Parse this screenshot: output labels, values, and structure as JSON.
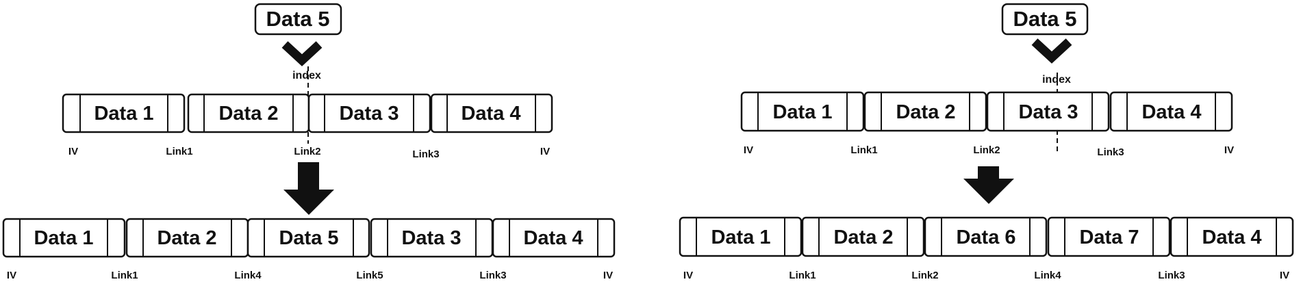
{
  "left_panel": {
    "insert_label": "Data 5",
    "index_label": "index",
    "before": {
      "blocks": [
        "Data 1",
        "Data 2",
        "Data 3",
        "Data 4"
      ],
      "labels": [
        "IV",
        "Link1",
        "Link2",
        "Link3",
        "IV"
      ]
    },
    "after": {
      "blocks": [
        "Data 1",
        "Data 2",
        "Data 5",
        "Data 3",
        "Data 4"
      ],
      "labels": [
        "IV",
        "Link1",
        "Link4",
        "Link5",
        "Link3",
        "IV"
      ]
    }
  },
  "right_panel": {
    "insert_label": "Data 5",
    "index_label": "index",
    "before": {
      "blocks": [
        "Data 1",
        "Data 2",
        "Data 3",
        "Data 4"
      ],
      "labels": [
        "IV",
        "Link1",
        "Link2",
        "Link3",
        "IV"
      ]
    },
    "after": {
      "blocks": [
        "Data 1",
        "Data 2",
        "Data 6",
        "Data 7",
        "Data 4"
      ],
      "labels": [
        "IV",
        "Link1",
        "Link2",
        "Link4",
        "Link3",
        "IV"
      ]
    }
  }
}
